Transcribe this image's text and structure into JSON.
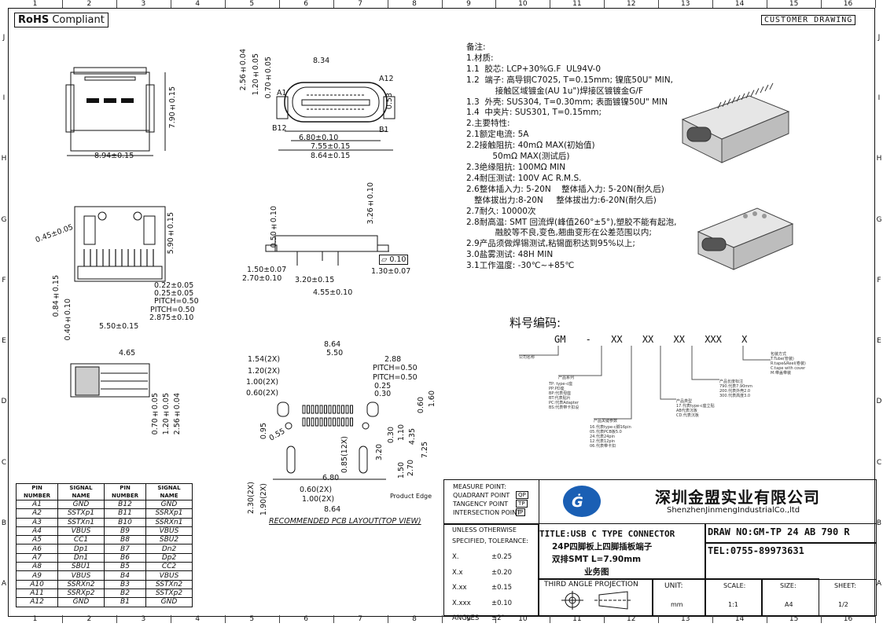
{
  "rohs": {
    "bold": "RoHS",
    "text": "Compliant"
  },
  "customer_drawing": "CUSTOMER DRAWING",
  "ruler_cols": [
    "1",
    "2",
    "3",
    "4",
    "5",
    "6",
    "7",
    "8",
    "9",
    "10",
    "11",
    "12",
    "13",
    "14",
    "15",
    "16"
  ],
  "ruler_rows": [
    "J",
    "I",
    "H",
    "G",
    "F",
    "E",
    "D",
    "C",
    "B",
    "A"
  ],
  "notes": [
    "备注:",
    "1.材质:",
    "1.1  胶芯: LCP+30%G.F  UL94V-0",
    "1.2  端子: 高导铜C7025, T=0.15mm; 镍底50U\" MIN,",
    "           接触区域镀金(AU 1u\")焊接区镀镀金G/F",
    "1.3  外壳: SUS304, T=0.30mm; 表面镀镍50U\" MIN",
    "1.4  中夹片: SUS301, T=0.15mm;",
    "2.主要特性:",
    "2.1额定电流: 5A",
    "2.2接触阻抗: 40mΩ MAX(初始值)",
    "          50mΩ MAX(测试后)",
    "2.3绝缘阻抗: 100MΩ MIN",
    "2.4耐压测试: 100V AC R.M.S.",
    "2.6整体插入力: 5-20N    整体插入力: 5-20N(耐久后)",
    "   整体拔出力:8-20N     整体拔出力:6-20N(耐久后)",
    "2.7耐久: 10000次",
    "2.8耐高温: SMT 回流焊(峰值260°±5°),塑胶不能有起泡,",
    "           融胶等不良,变色,翘曲变形在公差范围以内;",
    "2.9产品须做焊锡测试,粘锡面积达到95%以上;",
    "3.0盐雾测试: 48H MIN",
    "3.1工作温度: -30℃~+85℃"
  ],
  "part_code": {
    "title": "料号编码:",
    "segments": [
      "GM -",
      "XX",
      "XX",
      "XX",
      "XXX",
      "X"
    ]
  },
  "dims": {
    "d894": "8.94±0.15",
    "d790": "7.90±0.15",
    "d834": "8.34",
    "d256a": "2.56±0.04",
    "d120a": "1.20±0.05",
    "d070a": "0.70±0.05",
    "d680": "6.80±0.10",
    "d755": "7.55±0.15",
    "d864": "8.64±0.15",
    "d053": "0.53",
    "a1": "A1",
    "a12": "A12",
    "b12": "B12",
    "b1": "B1",
    "d045": "0.45±0.05",
    "d590": "5.90±0.15",
    "d022": "0.22±0.05",
    "d025": "0.25±0.05",
    "p050a": "PITCH=0.50",
    "p050b": "PITCH=0.50",
    "d2875": "2.875±0.10",
    "d550a": "5.50±0.15",
    "d084": "0.84±0.15",
    "d040": "0.40±0.10",
    "d326": "3.26±0.10",
    "d050s": "0.50±0.10",
    "d150": "1.50±0.07",
    "d270": "2.70±0.10",
    "d320": "3.20±0.15",
    "d455": "4.55±0.10",
    "d130": "1.30±0.07",
    "flat": "0.10",
    "d465": "4.65",
    "d070b": "0.70±0.05",
    "d120b": "1.20±0.05",
    "d256b": "2.56±0.04",
    "p864": "8.64",
    "p550": "5.50",
    "p288": "2.88",
    "p154": "1.54(2X)",
    "p120": "1.20(2X)",
    "p100": "1.00(2X)",
    "p060": "0.60(2X)",
    "pp1": "PITCH=0.50",
    "pp2": "PITCH=0.50",
    "p025": "0.25",
    "p030": "0.30",
    "p095": "0.95",
    "p055": "0.55",
    "p085": "0.85(12X)",
    "p160": "1.60",
    "p060r": "0.60",
    "p230": "2.30(2X)",
    "p190": "1.90(2X)",
    "p060b": "0.60(2X)",
    "p100b": "1.00(2X)",
    "p864b": "8.64",
    "p680": "6.80",
    "p320": "3.20",
    "p030r": "0.30",
    "p110": "1.10",
    "p435": "4.35",
    "p725": "7.25",
    "p270": "2.70",
    "p150": "1.50",
    "edge": "Product Edge",
    "layout": "RECOMMENDED PCB LAYOUT(TOP VIEW)"
  },
  "pin_table": {
    "headers": [
      "PIN NUMBER",
      "SIGNAL NAME",
      "PIN NUMBER",
      "SIGNAL NAME"
    ],
    "rows": [
      [
        "A1",
        "GND",
        "B12",
        "GND"
      ],
      [
        "A2",
        "SSTXp1",
        "B11",
        "SSRXp1"
      ],
      [
        "A3",
        "SSTXn1",
        "B10",
        "SSRXn1"
      ],
      [
        "A4",
        "VBUS",
        "B9",
        "VBUS"
      ],
      [
        "A5",
        "CC1",
        "B8",
        "SBU2"
      ],
      [
        "A6",
        "Dp1",
        "B7",
        "Dn2"
      ],
      [
        "A7",
        "Dn1",
        "B6",
        "Dp2"
      ],
      [
        "A8",
        "SBU1",
        "B5",
        "CC2"
      ],
      [
        "A9",
        "VBUS",
        "B4",
        "VBUS"
      ],
      [
        "A10",
        "SSRXn2",
        "B3",
        "SSTXn2"
      ],
      [
        "A11",
        "SSRXp2",
        "B2",
        "SSTXp2"
      ],
      [
        "A12",
        "GND",
        "B1",
        "GND"
      ]
    ]
  },
  "title_block": {
    "measure": [
      "MEASURE POINT:",
      "QUADRANT POINT",
      "TANGENCY POINT",
      "INTERSECTION POINT"
    ],
    "measure_tags": [
      "QP",
      "TP",
      "IP"
    ],
    "company_cn": "深圳金盟实业有限公司",
    "company_en": "ShenzhenJinmengIndustrialCo.,ltd",
    "tol_title1": "UNLESS OTHERWISE",
    "tol_title2": "SPECIFIED, TOLERANCE:",
    "tol_rows": [
      [
        "X.",
        "±0.25"
      ],
      [
        "X.x",
        "±0.20"
      ],
      [
        "X.xx",
        "±0.15"
      ],
      [
        "X.xxx",
        "±0.10"
      ],
      [
        "ANGLES",
        "±2°"
      ]
    ],
    "title_line1": "TITLE:USB C TYPE CONNECTOR",
    "title_line2": "24P四脚板上四脚插板端子",
    "title_line3": "双排SMT  L=7.90mm",
    "title_line4": "业务图",
    "draw_no": "DRAW NO:GM-TP 24 AB 790 R",
    "tel": "TEL:0755-89973631",
    "projection": "THIRD ANGLE PROJECTION",
    "unit_label": "UNIT:",
    "unit": "mm",
    "scale_label": "SCALE:",
    "scale": "1:1",
    "size_label": "SIZE:",
    "size": "A4",
    "sheet_label": "SHEET:",
    "sheet": "1/2"
  },
  "colors": {
    "line": "#111111",
    "logo": "#1a5fb4"
  }
}
